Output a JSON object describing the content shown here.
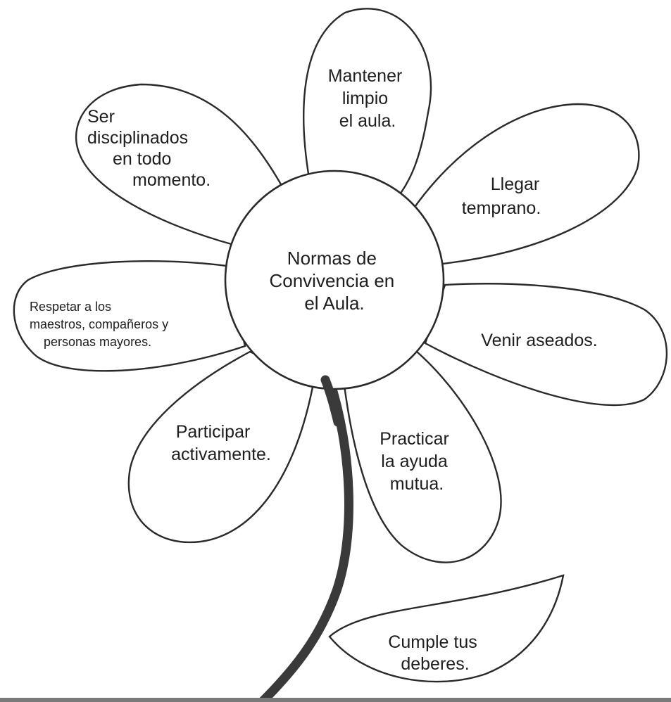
{
  "center": {
    "lines": [
      "Normas de",
      "Convivencia en",
      "el Aula."
    ]
  },
  "petals": {
    "top": [
      "Mantener",
      "limpio",
      "el aula."
    ],
    "upper_left": [
      "Ser",
      "disciplinados",
      "en todo",
      "momento."
    ],
    "upper_right": [
      "Llegar",
      "temprano."
    ],
    "left": [
      "Respetar a los",
      "maestros, compañeros y",
      "personas mayores."
    ],
    "right": [
      "Venir aseados."
    ],
    "lower_left": [
      "Participar",
      "activamente."
    ],
    "lower_right": [
      "Practicar",
      "la ayuda",
      "mutua."
    ]
  },
  "leaf": {
    "lines": [
      "Cumple tus",
      "deberes."
    ]
  },
  "colors": {
    "outline": "#2a2a2a",
    "stem": "#3a3a3a",
    "text": "#1e1e1e",
    "background": "#ffffff"
  }
}
